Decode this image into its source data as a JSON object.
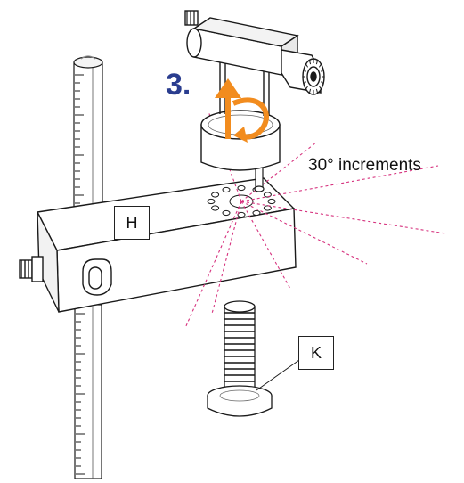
{
  "step_label": "3.",
  "angle_note": "30° increments",
  "callouts": {
    "h": "H",
    "k": "K"
  },
  "colors": {
    "step_number": "#2a3d8f",
    "rotation_arrow": "#f28c1e",
    "guide_lines": "#d6327e",
    "outline": "#1a1a1a",
    "part_fill": "#ffffff",
    "shade": "#dddddd"
  },
  "icons": {
    "rotation": "rotate-arrow-icon"
  }
}
